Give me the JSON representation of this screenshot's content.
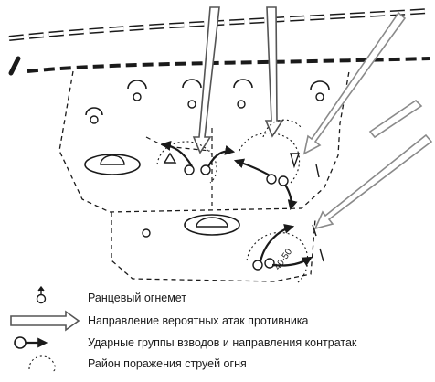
{
  "figure": {
    "distance_label": "40-50",
    "legend": [
      {
        "key": "flamethrower",
        "icon": "backpack-flamethrower-icon",
        "text": "Ранцевый огнемет"
      },
      {
        "key": "enemy_attack",
        "icon": "enemy-attack-arrow-icon",
        "text": "Направление вероятных атак противника"
      },
      {
        "key": "counterattack",
        "icon": "strike-group-counterattack-icon",
        "text": "Ударные группы взводов и направления контратак"
      },
      {
        "key": "fire_zone",
        "icon": "fire-zone-outline-icon",
        "text": "Район поражения струей огня"
      }
    ],
    "colors": {
      "ink": "#1a1a1a",
      "arrow_fill": "#ffffff",
      "arrow_stroke": "#555555",
      "gray_arrow_stroke": "#8a8a8a"
    }
  }
}
